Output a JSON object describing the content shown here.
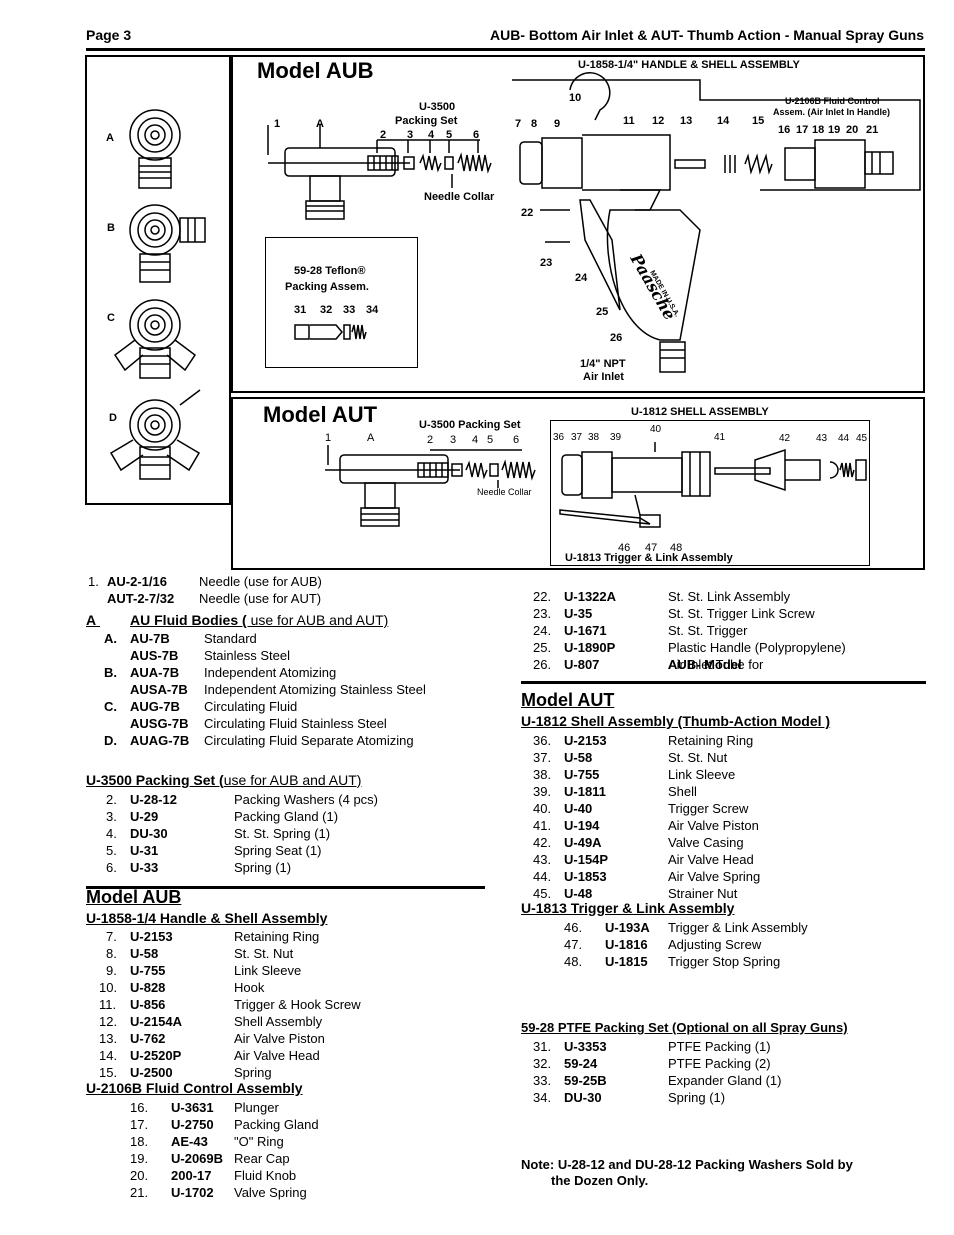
{
  "header": {
    "page": "Page 3",
    "title": "AUB- Bottom Air Inlet & AUT- Thumb Action - Manual Spray Guns"
  },
  "figure": {
    "bodies": {
      "a": "A",
      "b": "B",
      "c": "C",
      "d": "D"
    },
    "aub": {
      "title": "Model  AUB",
      "handle_assembly": "U-1858-1/4\" HANDLE & SHELL ASSEMBLY",
      "fluid_control_1": "U-2106B   Fluid Control",
      "fluid_control_2": "Assem. (Air Inlet In Handle)",
      "packing_set_1": "U-3500",
      "packing_set_2": "Packing Set",
      "needle_collar": "Needle Collar",
      "air_inlet_1": "1/4\" NPT",
      "air_inlet_2": "Air Inlet",
      "brand": "Paasche",
      "made_in": "MADE IN U.S.A.",
      "teflon_1": "59-28 Teflon®",
      "teflon_2": "Packing Assem.",
      "numbers": {
        "n1": "1",
        "nA": "A",
        "n2": "2",
        "n3": "3",
        "n4": "4",
        "n5": "5",
        "n6": "6",
        "n7": "7",
        "n8": "8",
        "n9": "9",
        "n10": "10",
        "n11": "11",
        "n12": "12",
        "n13": "13",
        "n14": "14",
        "n15": "15",
        "n16": "16",
        "n17": "17",
        "n18": "18",
        "n19": "19",
        "n20": "20",
        "n21": "21",
        "n22": "22",
        "n23": "23",
        "n24": "24",
        "n25": "25",
        "n26": "26",
        "n31": "31",
        "n32": "32",
        "n33": "33",
        "n34": "34"
      }
    },
    "aut": {
      "title": "Model  AUT",
      "packing_set": "U-3500 Packing Set",
      "shell_assembly": "U-1812 SHELL ASSEMBLY",
      "needle_collar": "Needle Collar",
      "trigger_link": "U-1813 Trigger & Link Assembly",
      "numbers": {
        "n1": "1",
        "nA": "A",
        "n2": "2",
        "n3": "3",
        "n4": "4",
        "n5": "5",
        "n6": "6",
        "n36": "36",
        "n37": "37",
        "n38": "38",
        "n39": "39",
        "n40": "40",
        "n41": "41",
        "n42": "42",
        "n43": "43",
        "n44": "44",
        "n45": "45",
        "n46": "46",
        "n47": "47",
        "n48": "48"
      }
    }
  },
  "left": {
    "needles": [
      {
        "num": "1.",
        "part": "AU-2-1/16",
        "desc": "Needle  (use for AUB)"
      },
      {
        "num": "",
        "part": "AUT-2-7/32",
        "desc": "Needle  (use for AUT)"
      }
    ],
    "fluid_bodies_letter": "A",
    "fluid_bodies_title": "AU Fluid Bodies ( ",
    "fluid_bodies_title_2": "use for AUB and AUT)",
    "fluid_bodies": [
      {
        "num": "A.",
        "part": "AU-7B",
        "desc": "Standard"
      },
      {
        "num": "",
        "part": "AUS-7B",
        "desc": "Stainless Steel"
      },
      {
        "num": "B.",
        "part": "AUA-7B",
        "desc": "Independent Atomizing"
      },
      {
        "num": "",
        "part": "AUSA-7B",
        "desc": "Independent Atomizing Stainless Steel"
      },
      {
        "num": "C.",
        "part": "AUG-7B",
        "desc": "Circulating Fluid"
      },
      {
        "num": "",
        "part": "AUSG-7B",
        "desc": "Circulating Fluid Stainless Steel"
      },
      {
        "num": "D.",
        "part": "AUAG-7B",
        "desc": "Circulating Fluid Separate Atomizing"
      }
    ],
    "packing_title": "U-3500 Packing Set (",
    "packing_title_2": "use for AUB and AUT)",
    "packing": [
      {
        "num": "2.",
        "part": "U-28-12",
        "desc": "Packing Washers (4 pcs)"
      },
      {
        "num": "3.",
        "part": "U-29",
        "desc": "Packing Gland (1)"
      },
      {
        "num": "4.",
        "part": "DU-30",
        "desc": "St. St. Spring (1)"
      },
      {
        "num": "5.",
        "part": "U-31",
        "desc": "Spring Seat (1)"
      },
      {
        "num": "6.",
        "part": "U-33",
        "desc": "Spring (1)"
      }
    ],
    "aub_title": "Model  AUB",
    "handle_title": "U-1858-1/4 Handle & Shell Assembly",
    "handle": [
      {
        "num": "7.",
        "part": "U-2153",
        "desc": "Retaining Ring"
      },
      {
        "num": "8.",
        "part": "U-58",
        "desc": "St. St. Nut"
      },
      {
        "num": "9.",
        "part": "U-755",
        "desc": "Link Sleeve"
      },
      {
        "num": "10.",
        "part": "U-828",
        "desc": "Hook"
      },
      {
        "num": "11.",
        "part": "U-856",
        "desc": "Trigger & Hook Screw"
      },
      {
        "num": "12.",
        "part": "U-2154A",
        "desc": "Shell Assembly"
      },
      {
        "num": "13.",
        "part": "U-762",
        "desc": "Air Valve Piston"
      },
      {
        "num": "14.",
        "part": "U-2520P",
        "desc": "Air Valve Head"
      },
      {
        "num": "15.",
        "part": "U-2500",
        "desc": "Spring"
      }
    ],
    "fluid_control_title": "U-2106B Fluid Control Assembly",
    "fluid_control": [
      {
        "num": "16.",
        "part": "U-3631",
        "desc": "Plunger"
      },
      {
        "num": "17.",
        "part": "U-2750",
        "desc": "Packing Gland"
      },
      {
        "num": "18.",
        "part": "AE-43",
        "desc": "\"O\" Ring"
      },
      {
        "num": "19.",
        "part": "U-2069B",
        "desc": "Rear Cap"
      },
      {
        "num": "20.",
        "part": "200-17",
        "desc": "Fluid Knob"
      },
      {
        "num": "21.",
        "part": "U-1702",
        "desc": "Valve Spring"
      }
    ]
  },
  "right": {
    "aub_cont": [
      {
        "num": "22.",
        "part": "U-1322A",
        "desc": "St. St. Link Assembly"
      },
      {
        "num": "23.",
        "part": "U-35",
        "desc": "St. St. Trigger Link Screw"
      },
      {
        "num": "24.",
        "part": "U-1671",
        "desc": "St. St. Trigger"
      },
      {
        "num": "25.",
        "part": "U-1890P",
        "desc": "Plastic Handle (Polypropylene)"
      },
      {
        "num": "26.",
        "part": "U-807",
        "desc": "Air Inlet Tube for ",
        "desc_bold": "AUB- Model"
      }
    ],
    "aut_title": "Model  AUT",
    "shell_title": "U-1812 Shell Assembly (Thumb-Action Model )",
    "shell": [
      {
        "num": "36.",
        "part": "U-2153",
        "desc": "Retaining Ring"
      },
      {
        "num": "37.",
        "part": "U-58",
        "desc": "St. St. Nut"
      },
      {
        "num": "38.",
        "part": "U-755",
        "desc": "Link Sleeve"
      },
      {
        "num": "39.",
        "part": "U-1811",
        "desc": "Shell"
      },
      {
        "num": "40.",
        "part": "U-40",
        "desc": "Trigger Screw"
      },
      {
        "num": "41.",
        "part": "U-194",
        "desc": "Air Valve Piston"
      },
      {
        "num": "42.",
        "part": "U-49A",
        "desc": "Valve Casing"
      },
      {
        "num": "43.",
        "part": "U-154P",
        "desc": "Air Valve Head"
      },
      {
        "num": "44.",
        "part": "U-1853",
        "desc": "Air Valve Spring"
      },
      {
        "num": "45.",
        "part": "U-48",
        "desc": "Strainer Nut"
      }
    ],
    "trigger_title": "U-1813 Trigger & Link Assembly",
    "trigger": [
      {
        "num": "46.",
        "part": "U-193A",
        "desc": "Trigger & Link Assembly"
      },
      {
        "num": "47.",
        "part": "U-1816",
        "desc": "Adjusting Screw"
      },
      {
        "num": "48.",
        "part": "U-1815",
        "desc": "Trigger Stop Spring"
      }
    ],
    "ptfe_title": "59-28 PTFE Packing Set (Optional on all Spray Guns)",
    "ptfe": [
      {
        "num": "31.",
        "part": "U-3353",
        "desc": "PTFE Packing (1)"
      },
      {
        "num": "32.",
        "part": "59-24",
        "desc": "PTFE Packing (2)"
      },
      {
        "num": "33.",
        "part": "59-25B",
        "desc": "Expander Gland (1)"
      },
      {
        "num": "34.",
        "part": "DU-30",
        "desc": "Spring (1)"
      }
    ],
    "note_1": "Note:  U-28-12 and DU-28-12 Packing Washers Sold by",
    "note_2": "the Dozen Only."
  }
}
